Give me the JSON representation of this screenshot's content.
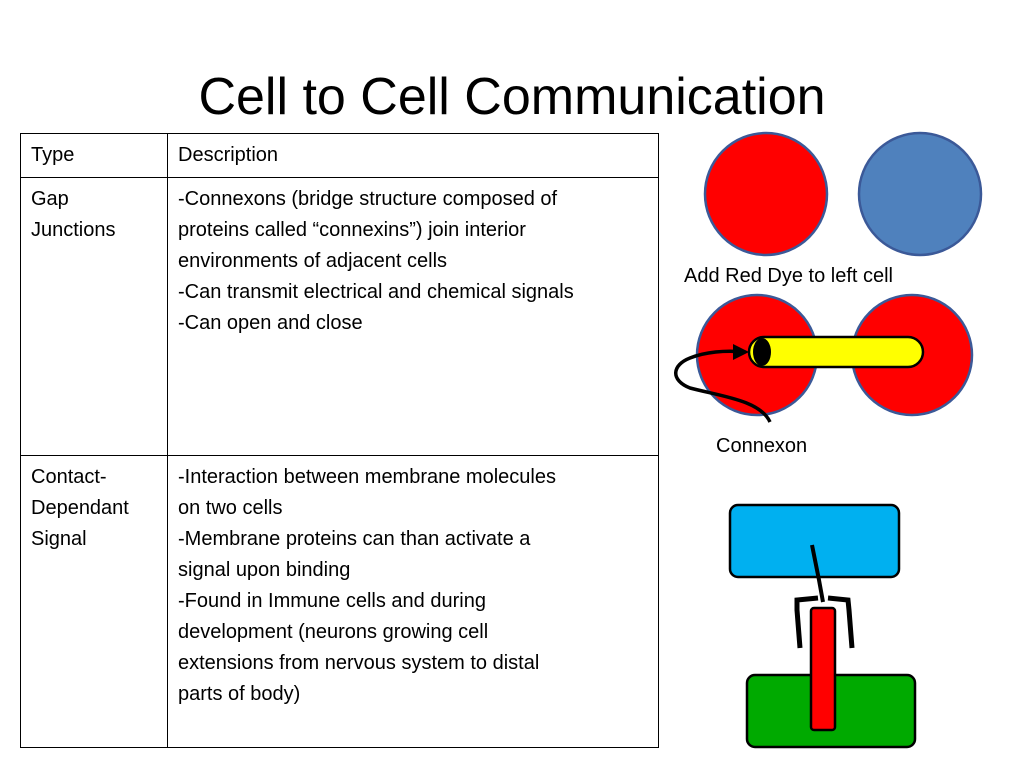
{
  "slide": {
    "title": "Cell to Cell Communication"
  },
  "table": {
    "headers": [
      "Type",
      "Description"
    ],
    "rows": [
      {
        "type": [
          "Gap",
          "Junctions"
        ],
        "description": [
          "-Connexons (bridge structure composed of",
          "proteins called “connexins”) join interior",
          "environments of adjacent cells",
          "-Can transmit electrical and chemical signals",
          "-Can open and close"
        ]
      },
      {
        "type": [
          "Contact-",
          "Dependant",
          "Signal"
        ],
        "description": [
          "-Interaction between membrane molecules",
          "on two cells",
          "-Membrane proteins can than activate a",
          "signal upon binding",
          "-Found in Immune cells and during",
          "development (neurons growing cell",
          "extensions from nervous system to distal",
          "parts of body)"
        ]
      }
    ]
  },
  "diagram": {
    "dye_label": "Add Red Dye to left cell",
    "connexon_label": "Connexon",
    "colors": {
      "red": "#ff0000",
      "blue_cell": "#4f81bd",
      "outline": "#3b5998",
      "connexon": "#ffff00",
      "receptor_top": "#00b0f0",
      "receptor_bottom": "#00aa00"
    }
  }
}
